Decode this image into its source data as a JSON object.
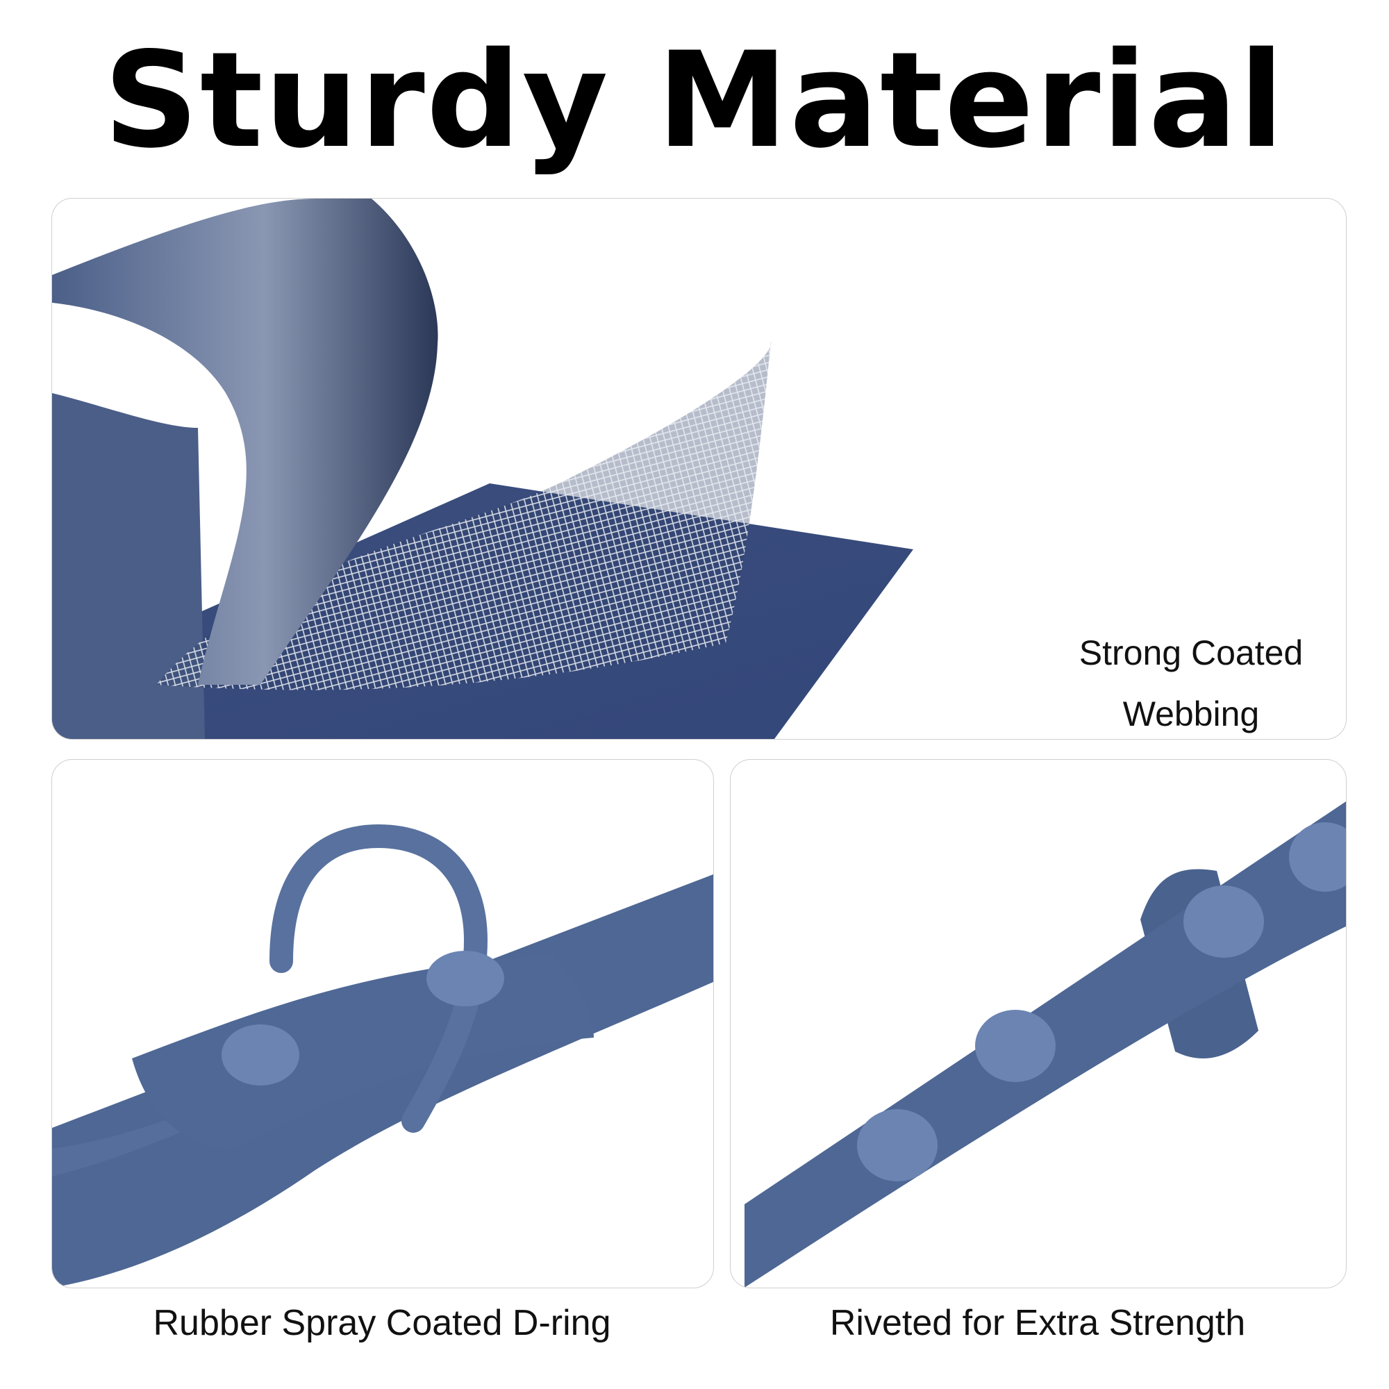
{
  "page": {
    "title": "Sturdy Material"
  },
  "panels": {
    "top": {
      "callout_line1": "Strong Coated",
      "callout_line2": "Webbing"
    },
    "bottom_left": {
      "caption": "Rubber Spray Coated D-ring"
    },
    "bottom_right": {
      "caption": "Riveted for Extra Strength"
    }
  },
  "colors": {
    "strap_blue": "#4e6794",
    "strap_dark": "#3a4f7d",
    "mesh": "#dfe4ee",
    "panel_border": "#cfcfcf"
  }
}
